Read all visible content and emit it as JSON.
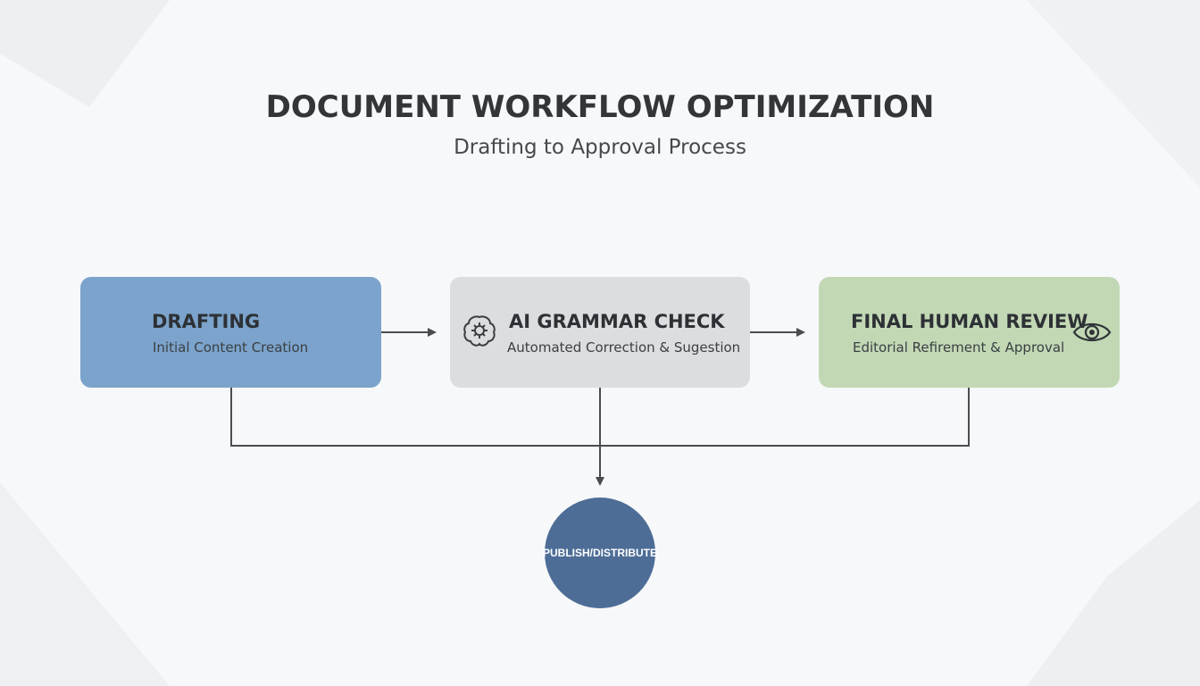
{
  "header": {
    "title": "DOCUMENT WORKFLOW OPTIMIZATION",
    "subtitle": "Drafting to Approval Process"
  },
  "steps": [
    {
      "title": "DRAFTING",
      "subtitle": "Initial Content Creation",
      "color": "#7ba3cb"
    },
    {
      "title": "AI GRAMMAR CHECK",
      "subtitle": "Automated Correction & Sugestion",
      "color": "#dcdddf",
      "icon": "brain-gear-icon"
    },
    {
      "title": "FINAL HUMAN REVIEW",
      "subtitle": "Editorial Refirement & Approval",
      "color": "#c2d8b5",
      "icon": "eye-icon"
    }
  ],
  "output": {
    "label": "PUBLISH/DISTRIBUTE",
    "color": "#4d6d96"
  },
  "colors": {
    "connector": "#4a4d50",
    "title_text": "#333638"
  }
}
